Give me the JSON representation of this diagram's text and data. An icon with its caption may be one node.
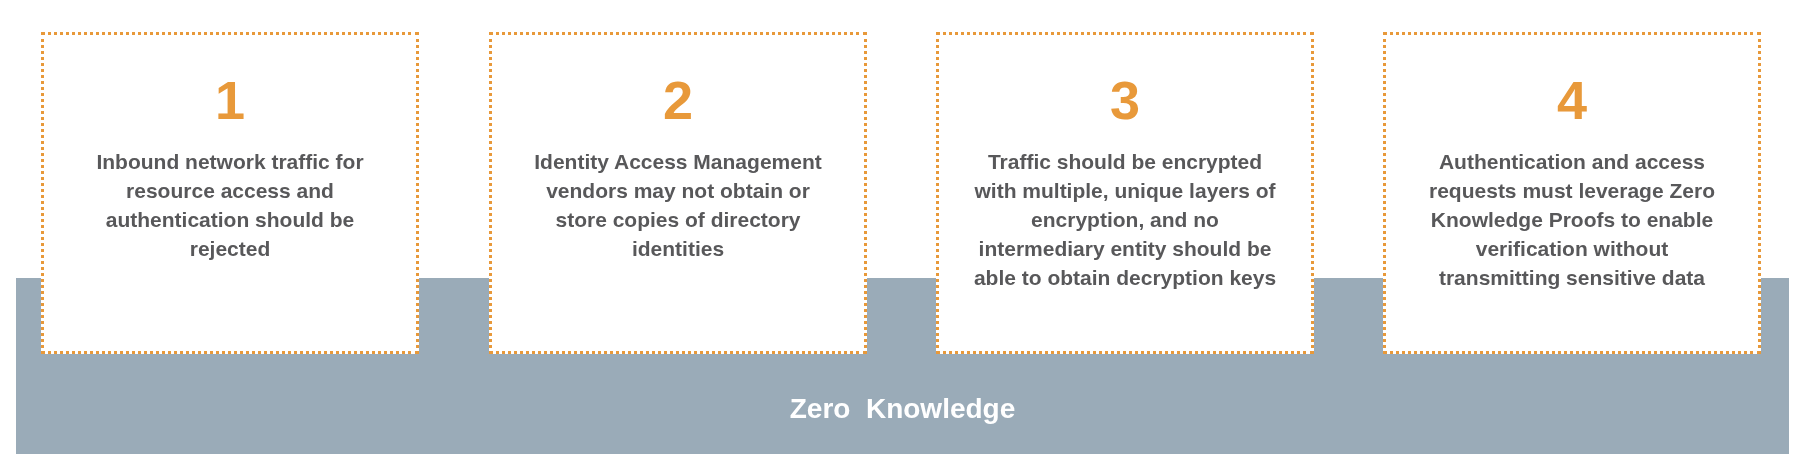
{
  "diagram": {
    "nodes": [
      {
        "text": [
          "1",
          "Inbound network traffic for resource access and authentication should be rejected"
        ]
      },
      {
        "text": [
          "2",
          "Identity Access Management vendors may not obtain or store copies of directory identities"
        ]
      },
      {
        "text": [
          "3",
          "Traffic should be encrypted with multiple, unique layers of encryption, and no intermediary entity should be able to obtain decryption keys"
        ]
      },
      {
        "text": [
          "4",
          "Authentication and access requests must leverage Zero Knowledge Proofs to enable verification without transmitting sensitive data"
        ]
      },
      {
        "text": [
          "Zero  Knowledge"
        ]
      }
    ]
  }
}
